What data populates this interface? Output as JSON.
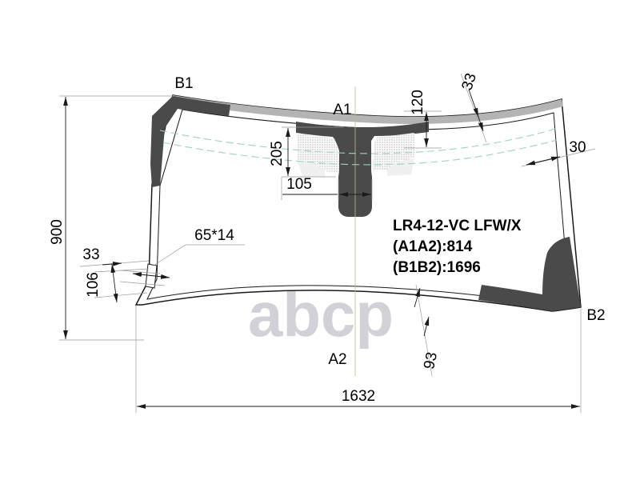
{
  "drawing": {
    "kind": "windshield-technical-drawing",
    "part_text": {
      "code": "LR4-12-VC LFW/X",
      "a1a2": "(A1A2):814",
      "b1b2": "(B1B2):1696"
    },
    "corner_labels": {
      "b1": "B1",
      "a1": "A1",
      "b2": "B2",
      "a2": "A2"
    },
    "dimensions": {
      "overall_height": "900",
      "overall_width": "1632",
      "mirror_height": "205",
      "mirror_offset": "105",
      "top_band_120": "120",
      "top_band_33": "33",
      "right_edge_30": "30",
      "left_edge_33": "33",
      "left_edge_106": "106",
      "bottom_band_93": "93",
      "bracket_size": "65*14"
    },
    "watermark": "abcp",
    "colors": {
      "frit_dark": "#4a4a4a",
      "top_band_gray": "#b4b4b4",
      "tint_green": "#9ed3b9",
      "outline": "#1a1a1a",
      "dimension": "#1a1a1a",
      "extension": "#9a9a9a",
      "centerline": "#c6b98a",
      "watermark": "#c9c9d2",
      "background": "#ffffff"
    }
  }
}
